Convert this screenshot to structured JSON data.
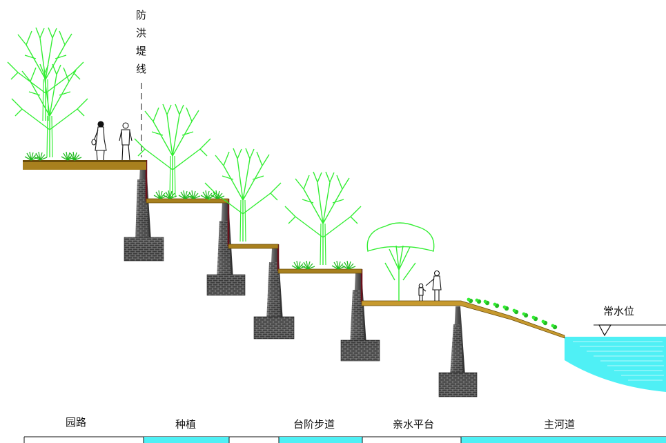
{
  "dike_line": [
    "防",
    "洪",
    "堤",
    "线"
  ],
  "water_level_label": "常水位",
  "zones": [
    {
      "label": "园路",
      "highlight": false
    },
    {
      "label": "种植",
      "highlight": true
    },
    {
      "label": "台阶步道",
      "highlight": true
    },
    {
      "label": "亲水平台",
      "highlight": false
    },
    {
      "label": "主河道",
      "highlight": true
    }
  ],
  "colors": {
    "deck": "#a8801e",
    "tree": "#33ee33",
    "grass": "#22bb22",
    "water": "#4ff0f5",
    "retaining_wall": "#6a0f1a",
    "stone": "#555555",
    "zone_highlight": "#4ff0f5"
  }
}
